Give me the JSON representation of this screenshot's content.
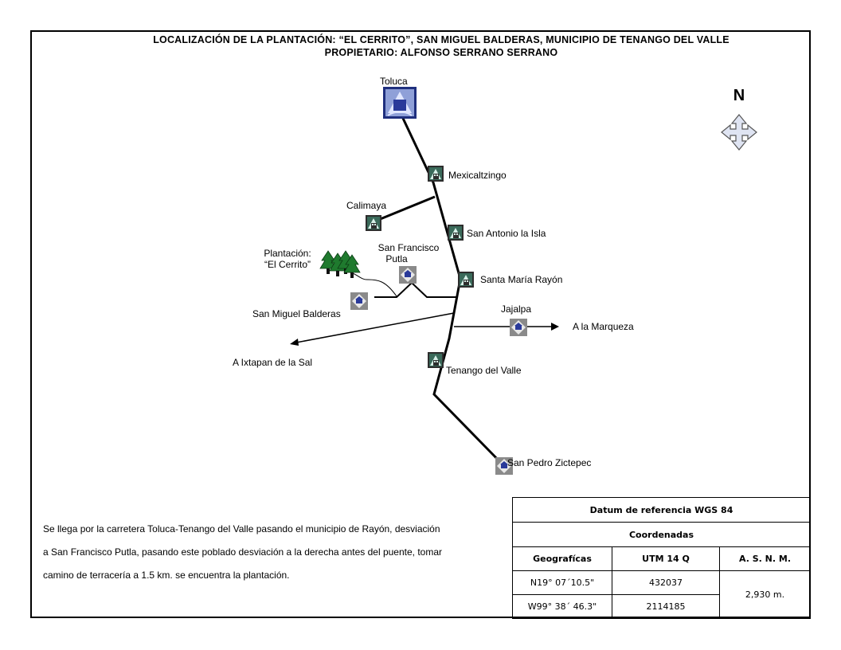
{
  "title": {
    "line1": "LOCALIZACIÓN DE LA PLANTACIÓN:  “EL CERRITO”, SAN MIGUEL BALDERAS, MUNICIPIO DE TENANGO DEL VALLE",
    "line2": "PROPIETARIO: ALFONSO SERRANO SERRANO"
  },
  "compass": {
    "label": "N",
    "icon": "compass-arrows-icon"
  },
  "places": {
    "toluca": "Toluca",
    "mexicaltzingo": "Mexicaltzingo",
    "calimaya": "Calimaya",
    "san_antonio": "San Antonio la Isla",
    "san_francisco_1": "San Francisco",
    "san_francisco_2": "Putla",
    "plantacion_1": "Plantación:",
    "plantacion_2": "“El Cerrito”",
    "santa_maria": "Santa María Rayón",
    "san_miguel": "San Miguel Balderas",
    "jajalpa": "Jajalpa",
    "marqueza": "A la Marqueza",
    "ixtapan": "A Ixtapan de la Sal",
    "tenango": "Tenango del Valle",
    "san_pedro": "San Pedro Zictepec"
  },
  "directions": [
    "Se llega por la carretera Toluca-Tenango del Valle pasando el municipio de Rayón, desviación",
    "a San Francisco Putla, pasando este poblado desviación a la derecha antes del puente, tomar",
    "camino de terracería a 1.5 km.  se encuentra la plantación."
  ],
  "table": {
    "datum": "Datum de referencia WGS 84",
    "coordenadas": "Coordenadas",
    "col_geo": "Geografícas",
    "col_utm": "UTM 14 Q",
    "col_asnm": "A. S. N. M.",
    "lat": "N19° 07´10.5\"",
    "lon": "W99° 38´ 46.3\"",
    "utm_x": "432037",
    "utm_y": "2114185",
    "altitude": "2,930 m."
  },
  "colors": {
    "road": "#000000",
    "tree": "#1f7a2e",
    "town_icon_bg": "#2d2d2d",
    "village_icon_bg": "#8a8a8a",
    "city_icon": "#2a3a9a"
  }
}
